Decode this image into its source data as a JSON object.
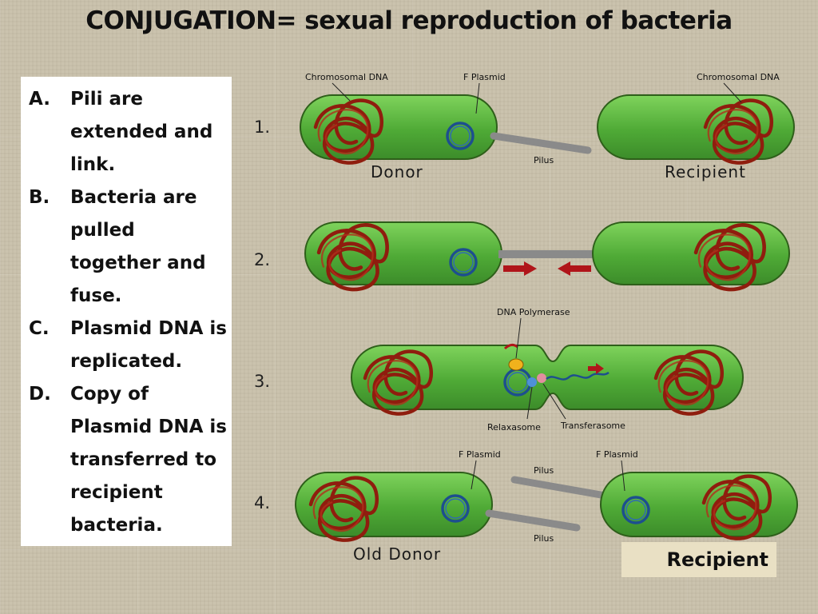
{
  "title": "CONJUGATION= sexual reproduction of bacteria",
  "steps": [
    {
      "letter": "A.",
      "text": "Pili are extended and link."
    },
    {
      "letter": "B.",
      "text": "Bacteria are pulled together and fuse."
    },
    {
      "letter": "C.",
      "text": "Plasmid DNA is replicated."
    },
    {
      "letter": "D.",
      "text": "Copy of Plasmid DNA is transferred to recipient bacteria."
    }
  ],
  "diagram": {
    "numbers": [
      "1.",
      "2.",
      "3.",
      "4."
    ],
    "labels": {
      "chromosomal_dna": "Chromosomal DNA",
      "f_plasmid": "F Plasmid",
      "pilus": "Pilus",
      "donor": "Donor",
      "recipient": "Recipient",
      "dna_polymerase": "DNA Polymerase",
      "relaxasome": "Relaxasome",
      "transferasome": "Transferasome",
      "old_donor": "Old Donor"
    },
    "colors": {
      "cell_fill": "#5bbb3f",
      "cell_stroke": "#2e5f1a",
      "dna": "#8f1d0e",
      "plasmid": "#1d4f8e",
      "pilus": "#8a8a8a",
      "arrow": "#b0151a"
    }
  },
  "recipient_caption": "Recipient"
}
